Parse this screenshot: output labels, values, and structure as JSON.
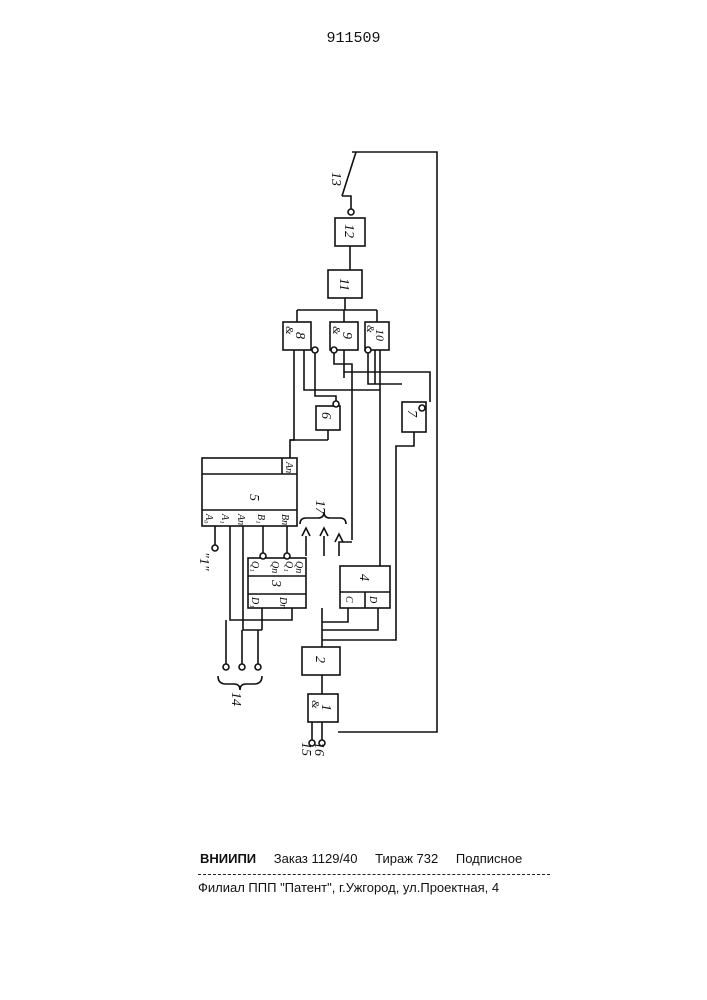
{
  "page_number": "911509",
  "blocks": {
    "b1": {
      "num": "1",
      "sym": "&"
    },
    "b2": {
      "num": "2"
    },
    "b3": {
      "num": "3",
      "d1": "D₁",
      "dn": "Dn",
      "q1": "Q₁",
      "qn": "Qn",
      "q1b": "Q₁",
      "qnb": "Qn"
    },
    "b4": {
      "num": "4",
      "c": "C",
      "d": "D"
    },
    "b5": {
      "num": "5",
      "a0": "A₀",
      "a1": "A₁",
      "an": "An",
      "b1": "B₁",
      "bn": "Bn",
      "an_out": "An"
    },
    "b6": {
      "num": "6"
    },
    "b7": {
      "num": "7"
    },
    "b8": {
      "num": "8",
      "sym": "&"
    },
    "b9": {
      "num": "9",
      "sym": "&"
    },
    "b10": {
      "num": "10",
      "sym": "&"
    },
    "b11": {
      "num": "11"
    },
    "b12": {
      "num": "12"
    }
  },
  "terminals": {
    "t1": "\"1\"",
    "t13": "13",
    "t14": "14",
    "t15": "15",
    "t16": "16",
    "t17": "17"
  },
  "footer": {
    "org": "ВНИИПИ",
    "order": "Заказ 1129/40",
    "circulation": "Тираж 732",
    "subscription": "Подписное",
    "address": "Филиал ППП \"Патент\", г.Ужгород, ул.Проектная, 4"
  }
}
